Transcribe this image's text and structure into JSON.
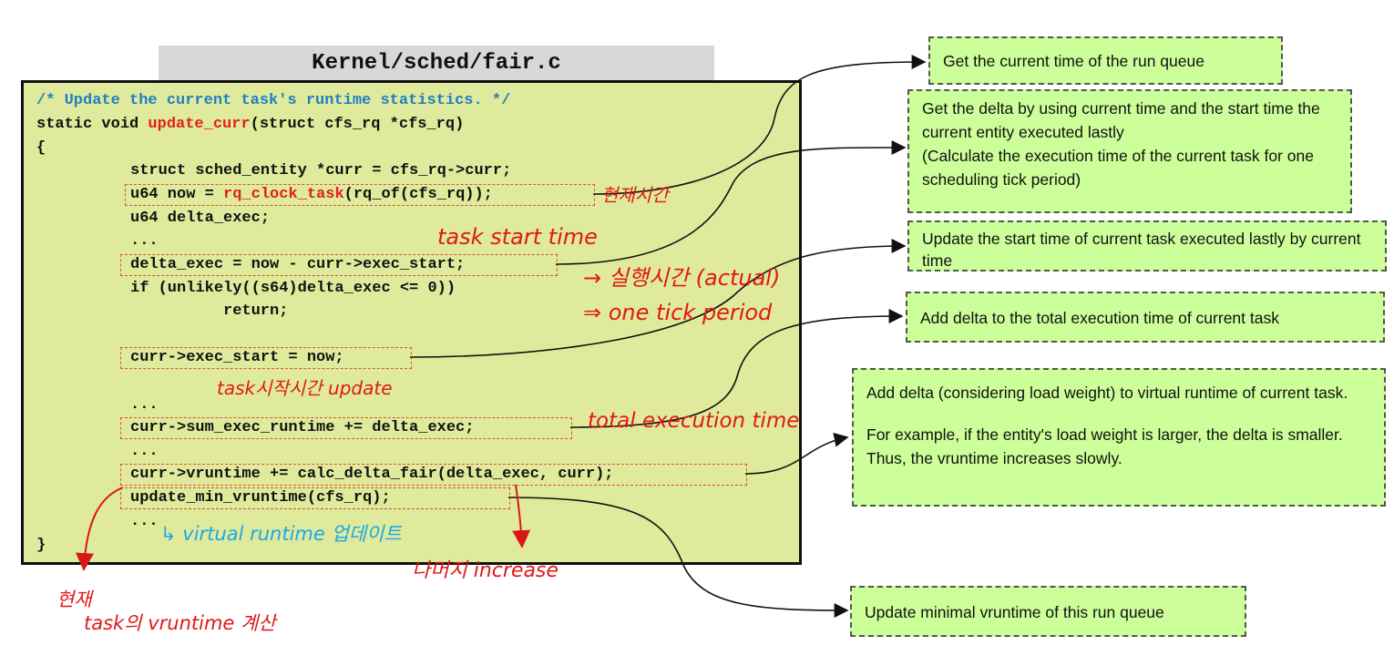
{
  "title": "Kernel/sched/fair.c",
  "code": {
    "comment": "/* Update the current task's runtime statistics. */",
    "sig_pre": "static void ",
    "sig_fn": "update_curr",
    "sig_post": "(struct cfs_rq *cfs_rq)",
    "open_brace": "{",
    "l1": "struct sched_entity *curr = cfs_rq->curr;",
    "l2_pre": "u64 now = ",
    "l2_fn": "rq_clock_task",
    "l2_post": "(rq_of(cfs_rq));",
    "l3": "u64 delta_exec;",
    "dots": "...",
    "l4": "delta_exec = now - curr->exec_start;",
    "l5": "if (unlikely((s64)delta_exec <= 0))",
    "l6": "return;",
    "l7": "curr->exec_start = now;",
    "l8": "curr->sum_exec_runtime += delta_exec;",
    "l9": "curr->vruntime += calc_delta_fair(delta_exec, curr);",
    "l10": "update_min_vruntime(cfs_rq);",
    "close_brace": "}"
  },
  "notes": {
    "n1": "Get the current time of the run queue",
    "n2a": "Get the delta by using current time and the start time the current entity executed lastly",
    "n2b": "(Calculate the execution time of the current task for one scheduling tick period)",
    "n3": "Update the start time of current task executed lastly by current time",
    "n4": "Add delta to the total execution time of current task",
    "n5a": "Add delta (considering load weight) to virtual runtime of current task.",
    "n5b": "For example, if the entity's load weight is larger, the delta is smaller. Thus, the vruntime increases slowly.",
    "n6": "Update minimal vruntime of this run queue"
  },
  "handwritten": {
    "h1": "현재시간",
    "h2": "task start time",
    "h3": "→ 실행시간 (actual)",
    "h4": "⇒ one tick period",
    "h5": "task시작시간 update",
    "h6": "total execution time",
    "h7": "↳ virtual runtime 업데이트",
    "h8": "나머지 increase",
    "h9": "현재",
    "h10": "task의 vruntime 계산"
  },
  "colors": {
    "code_bg": "#e0ea9c",
    "note_bg": "#ccff99",
    "comment": "#1f7fc4",
    "function": "#e02020",
    "handwriting_red": "#e01818",
    "handwriting_blue": "#19a8e8"
  }
}
